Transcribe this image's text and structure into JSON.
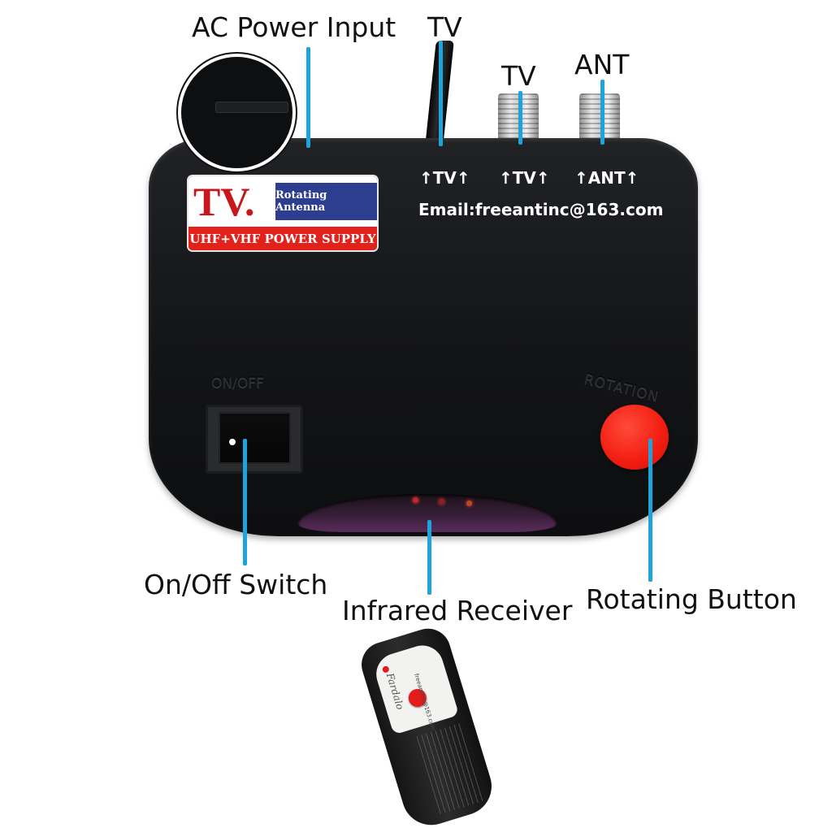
{
  "callouts": {
    "ac_power_input": "AC Power Input",
    "tv_cable": "TV",
    "tv_port": "TV",
    "ant_port": "ANT",
    "on_off_switch": "On/Off Switch",
    "infrared_receiver": "Infrared Receiver",
    "rotating_button": "Rotating Button"
  },
  "device": {
    "port_labels": [
      "↑TV↑",
      "↑TV↑",
      "↑ANT↑"
    ],
    "email": "Email:freeantinc@163.com",
    "sticker": {
      "brand": "TV.",
      "band_text": "Rotating Antenna",
      "bottom_text": "UHF+VHF POWER SUPPLY"
    },
    "embossed_switch_label": "ON/OFF",
    "embossed_button_label": "ROTATION"
  },
  "remote": {
    "brand": "Fardalo",
    "email": "freeantinc@163.com"
  },
  "colors": {
    "leader_line": "#1ea4dc",
    "device_body": "#16171a",
    "rotation_button": "#f21c10",
    "sticker_red": "#e2211b",
    "sticker_blue": "#2d3e91"
  }
}
